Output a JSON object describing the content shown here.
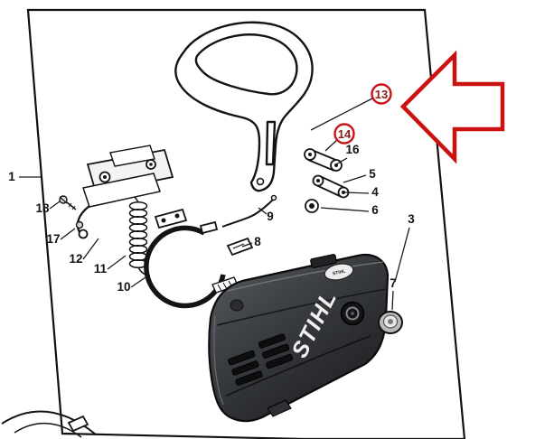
{
  "figure": {
    "type": "exploded-parts-diagram",
    "brand_logo_text": "STIHL",
    "cover_badge_text": "STIHL"
  },
  "callouts": {
    "c1": "1",
    "c3": "3",
    "c4": "4",
    "c5": "5",
    "c6": "6",
    "c7": "7",
    "c8": "8",
    "c9": "9",
    "c10": "10",
    "c11": "11",
    "c12": "12",
    "c16": "16",
    "c17": "17",
    "c18": "18"
  },
  "highlights": {
    "h13": "13",
    "h14": "14"
  },
  "colors": {
    "highlight_ring": "#cc1111",
    "highlight_text": "#8b1a1a",
    "arrow_outline": "#cc1111",
    "line": "#1a1a1a"
  }
}
